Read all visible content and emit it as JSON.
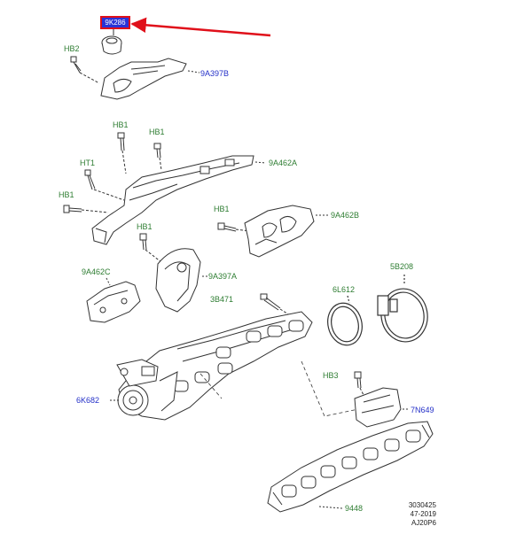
{
  "callouts": {
    "highlight": "9K286",
    "hb2": "HB2",
    "p9a397b": "9A397B",
    "hb1_a": "HB1",
    "hb1_b": "HB1",
    "ht1": "HT1",
    "hb1_c": "HB1",
    "p9a462a": "9A462A",
    "hb1_d": "HB1",
    "p9a462b": "9A462B",
    "hb1_e": "HB1",
    "p9a462c": "9A462C",
    "p9a397a": "9A397A",
    "p5b208": "5B208",
    "p6l612": "6L612",
    "p3b471": "3B471",
    "hb3": "HB3",
    "p6k682": "6K682",
    "p7n649": "7N649",
    "p9448": "9448"
  },
  "footer": {
    "line1": "3030425",
    "line2": "47-2019",
    "line3": "AJ20P6"
  },
  "colors": {
    "highlight_fill": "#2a33d6",
    "highlight_border": "#e0101a",
    "arrow": "#e0101a",
    "green_label": "#2e7d32",
    "blue_label": "#2430c8"
  }
}
